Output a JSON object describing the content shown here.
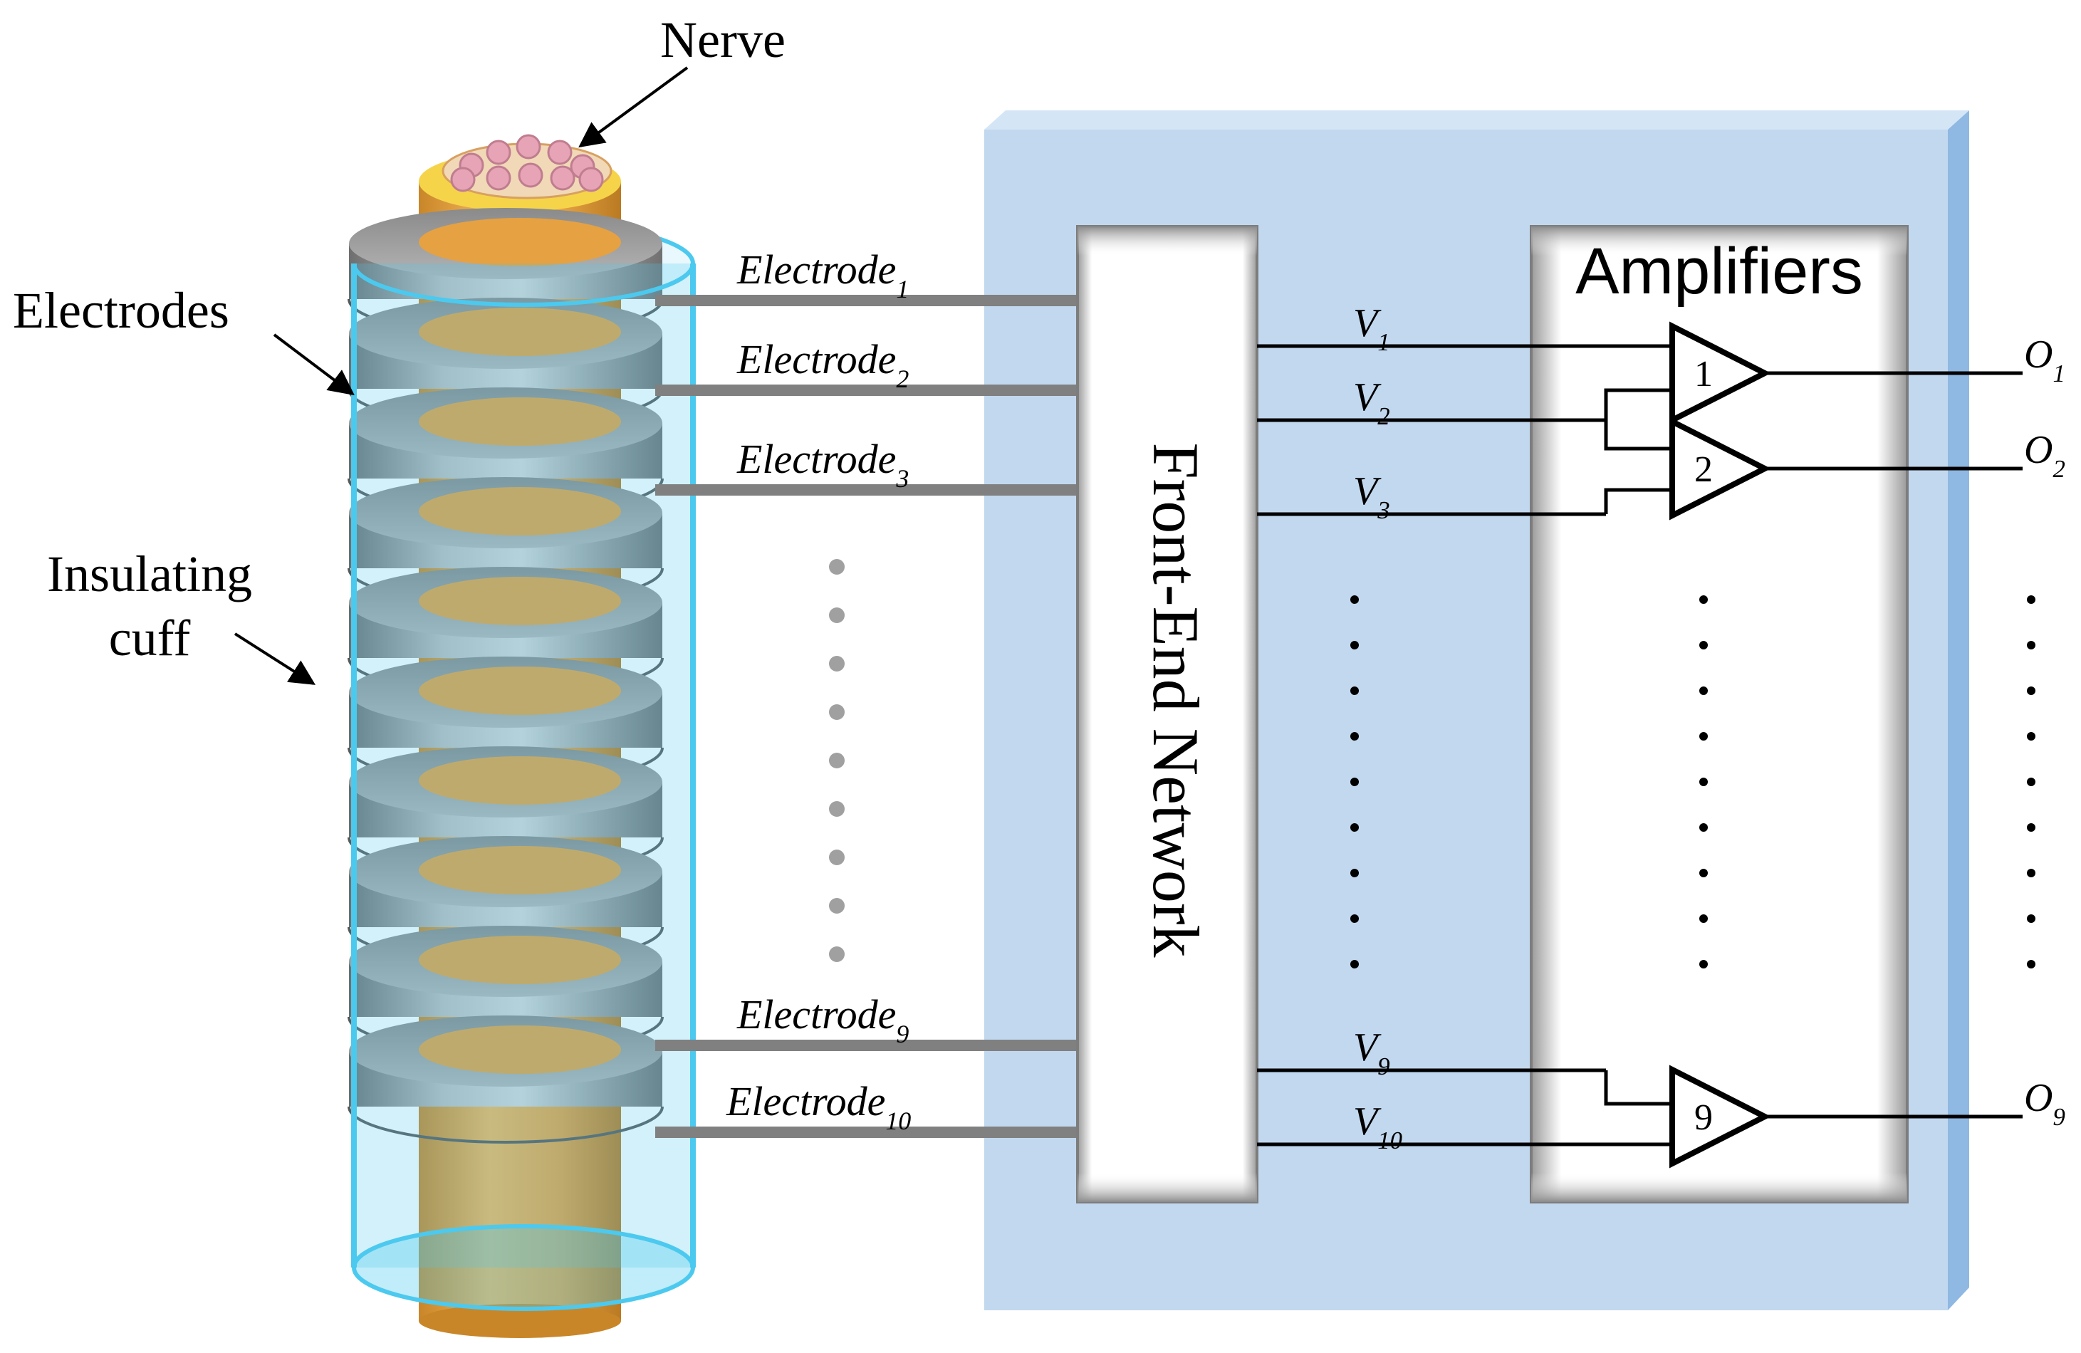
{
  "labels": {
    "nerve": "Nerve",
    "electrodes": "Electrodes",
    "insulating_line1": "Insulating",
    "insulating_line2": "cuff",
    "front_end": "Front-End Network",
    "amplifiers": "Amplifiers"
  },
  "electrode_links": [
    {
      "name": "Electrode",
      "sub": "1"
    },
    {
      "name": "Electrode",
      "sub": "2"
    },
    {
      "name": "Electrode",
      "sub": "3"
    },
    {
      "name": "Electrode",
      "sub": "9"
    },
    {
      "name": "Electrode",
      "sub": "10"
    }
  ],
  "voltages": [
    {
      "name": "V",
      "sub": "1"
    },
    {
      "name": "V",
      "sub": "2"
    },
    {
      "name": "V",
      "sub": "3"
    },
    {
      "name": "V",
      "sub": "9"
    },
    {
      "name": "V",
      "sub": "10"
    }
  ],
  "amplifier_units": [
    "1",
    "2",
    "9"
  ],
  "outputs": [
    {
      "name": "O",
      "sub": "1"
    },
    {
      "name": "O",
      "sub": "2"
    },
    {
      "name": "O",
      "sub": "9"
    }
  ],
  "colors": {
    "panel": "#c2d8ef",
    "panel_edge": "#8fb8e2",
    "nerve": "#e8a947",
    "ring": "#a8a8a8",
    "cuff": "#4cc9ef",
    "wire": "#808080"
  }
}
